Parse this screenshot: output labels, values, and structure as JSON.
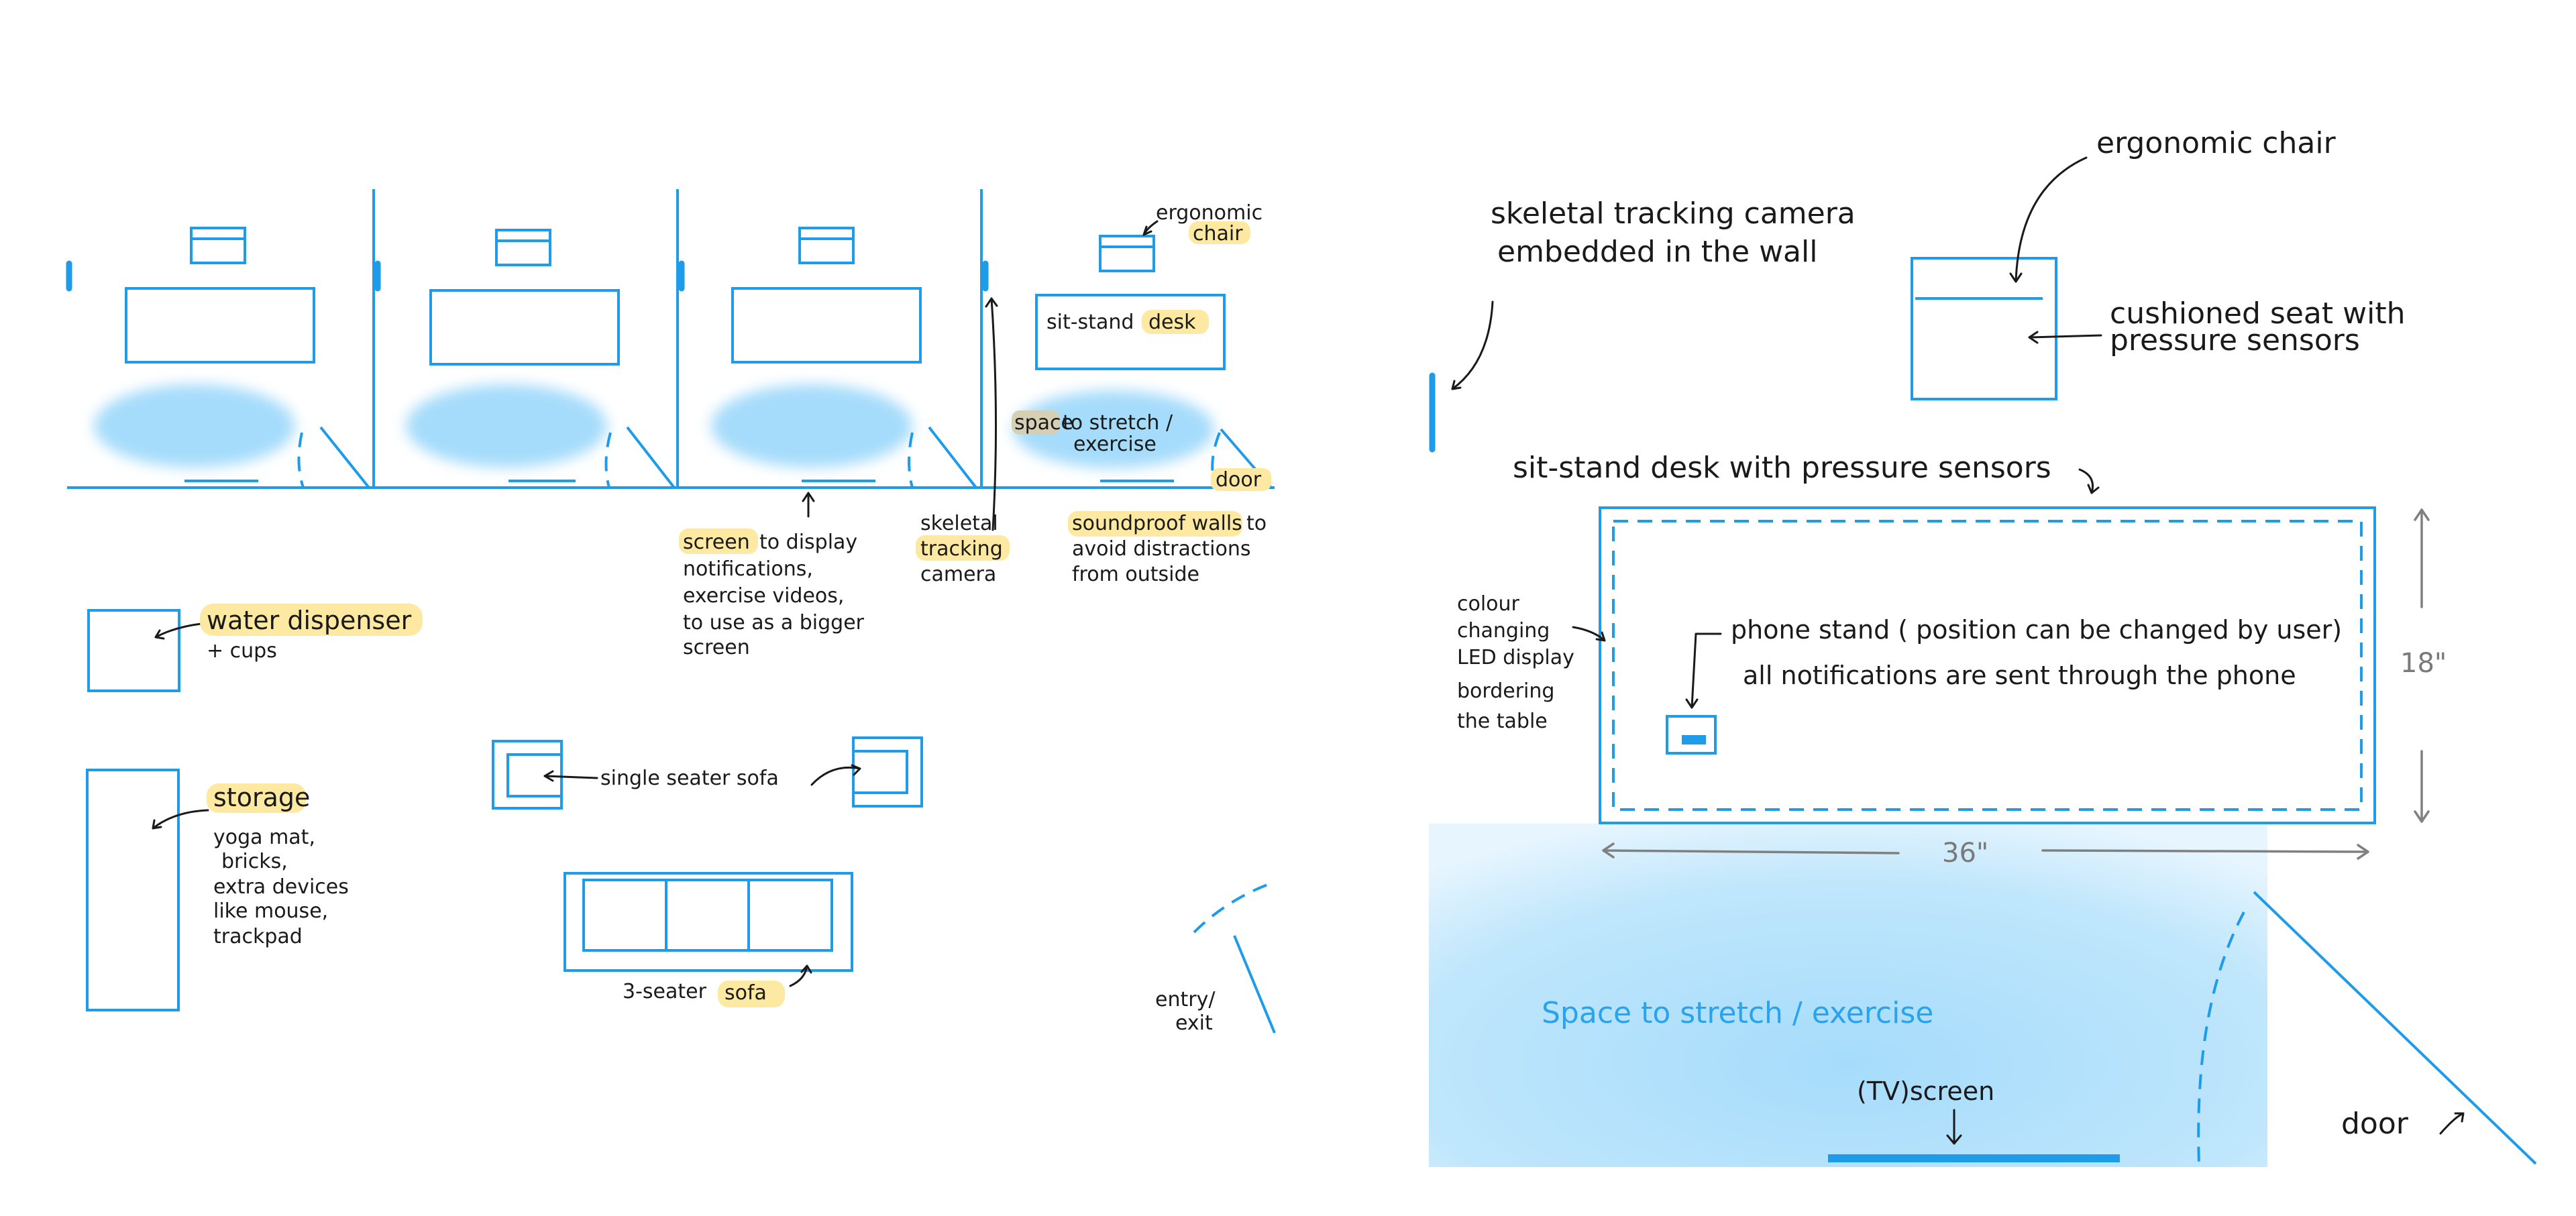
{
  "left_plan": {
    "labels": {
      "ergonomic": "ergonomic",
      "chair": "chair",
      "sit_stand": "sit-stand",
      "desk": "desk",
      "space_hl": "space",
      "to_stretch": "to stretch /",
      "exercise": "exercise",
      "door": "door",
      "screen_hl": "screen",
      "screen_rest1": "to display",
      "screen_line2": "notifications,",
      "screen_line3": "exercise videos,",
      "screen_line4": "to use as a bigger",
      "screen_line5": "screen",
      "skeletal": "skeletal",
      "tracking": "tracking",
      "camera": "camera",
      "soundproof": "soundproof walls",
      "soundproof_rest": "to",
      "avoid": "avoid distractions",
      "from_outside": "from outside",
      "water_dispenser": "water dispenser",
      "cups": "+ cups",
      "storage": "storage",
      "storage_line1": "yoga mat,",
      "storage_line2": "bricks,",
      "storage_line3": "extra devices",
      "storage_line4": "like mouse,",
      "storage_line5": "trackpad",
      "single_seater_sofa": "single seater sofa",
      "three_seater": "3-seater",
      "sofa": "sofa",
      "entry": "entry/",
      "exit": "exit"
    }
  },
  "right_plan": {
    "labels": {
      "ergonomic_chair": "ergonomic chair",
      "skeletal_line1": "skeletal tracking camera",
      "skeletal_line2": "embedded in the wall",
      "cushioned_line1": "cushioned seat with",
      "cushioned_line2": "pressure sensors",
      "desk_sensors": "sit-stand desk with pressure sensors",
      "led_line1": "colour",
      "led_line2": "changing",
      "led_line3": "LED display",
      "led_line4": "bordering",
      "led_line5": "the table",
      "phone_stand": "phone stand ( position can be changed by user)",
      "notifications": "all notifications are sent through the phone",
      "depth": "18\"",
      "width": "36\"",
      "space_exercise": "Space to stretch / exercise",
      "tv_screen": "(TV)screen",
      "door": "door"
    }
  },
  "colors": {
    "line": "#1e9be9",
    "exercise_area": "#a6dcfb",
    "highlight": "#fde9a1",
    "ink": "#1a1a1a",
    "dimension": "#808080"
  }
}
